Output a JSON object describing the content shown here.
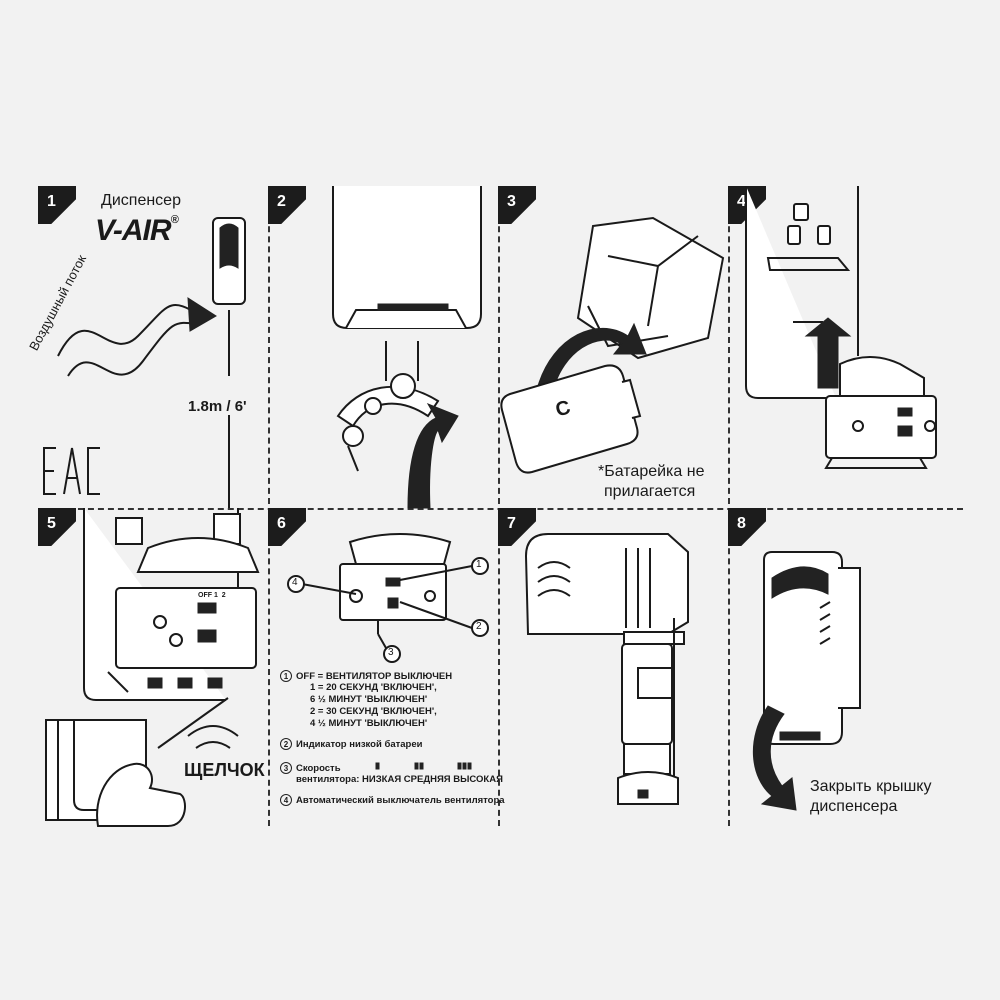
{
  "steps": [
    {
      "number": "1"
    },
    {
      "number": "2"
    },
    {
      "number": "3"
    },
    {
      "number": "4"
    },
    {
      "number": "5"
    },
    {
      "number": "6"
    },
    {
      "number": "7"
    },
    {
      "number": "8"
    }
  ],
  "step1": {
    "title": "Диспенсер",
    "brand": "V-AIR",
    "brand_mark": "®",
    "airflow_label": "Воздушный поток",
    "height_label": "1.8m / 6'",
    "cert_mark": "EAC"
  },
  "step3": {
    "battery_letter": "C",
    "note_line1": "*Батарейка не",
    "note_line2": "прилагается"
  },
  "step5": {
    "click_label": "ЩЕЛЧОК",
    "switch_label": "OFF 1  2"
  },
  "step6": {
    "callouts": [
      "1",
      "2",
      "3",
      "4"
    ],
    "legend": {
      "item1_line1": "OFF = ВЕНТИЛЯТОР ВЫКЛЮЧЕН",
      "item1_line2": "1 = 20 СЕКУНД 'ВКЛЮЧЕН',",
      "item1_line3": "6 ½ МИНУТ 'ВЫКЛЮЧЕН'",
      "item1_line4": "2 = 30 СЕКУНД 'ВКЛЮЧЕН',",
      "item1_line5": "4 ½ МИНУТ 'ВЫКЛЮЧЕН'",
      "item2": "Индикатор низкой батареи",
      "item3_line1": "Скорость",
      "item3_line2": "вентилятора: НИЗКАЯ СРЕДНЯЯ ВЫСОКАЯ",
      "item4": "Автоматический выключатель вентилятора"
    }
  },
  "step8": {
    "caption_line1": "Закрыть крышку",
    "caption_line2": "диспенсера"
  },
  "icons": [
    "arrow-icon",
    "curved-arrow-icon",
    "sound-wave-icon",
    "battery-icon",
    "hand-icon"
  ]
}
